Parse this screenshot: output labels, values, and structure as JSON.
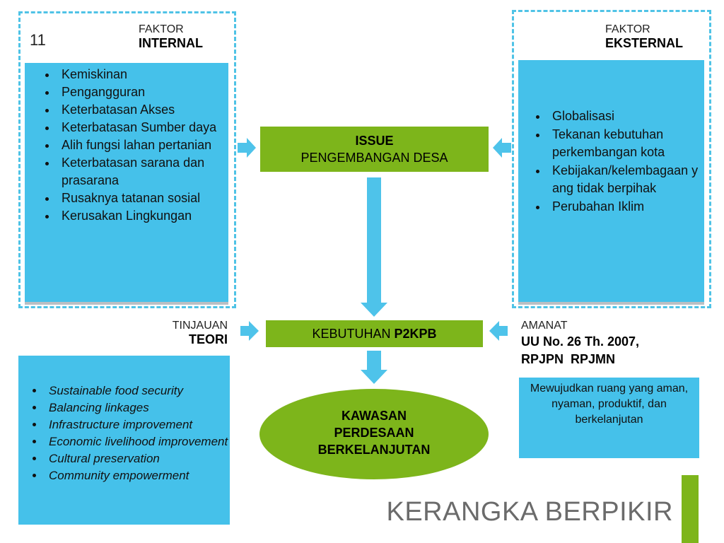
{
  "slide_number": "11",
  "internal": {
    "label_small": "FAKTOR",
    "label_bold": "INTERNAL",
    "items": [
      "Kemiskinan",
      "Pengangguran",
      "Keterbatasan Akses",
      "Keterbatasan Sumber daya",
      "Alih fungsi lahan pertanian",
      "Keterbatasan sarana dan prasarana",
      "Rusaknya tatanan sosial",
      "Kerusakan Lingkungan"
    ]
  },
  "external": {
    "label_small": "FAKTOR",
    "label_bold": "EKSTERNAL",
    "items": [
      "Globalisasi",
      "Tekanan kebutuhan perkembangan kota",
      "Kebijakan/kelembagaan yang tidak berpihak",
      "Perubahan Iklim"
    ]
  },
  "issue": {
    "title": "ISSUE",
    "subtitle": "PENGEMBANGAN DESA"
  },
  "kebutuhan": {
    "prefix": "KEBUTUHAN ",
    "bold": "P2KPB"
  },
  "tinjauan": {
    "label_small": "TINJAUAN",
    "label_bold": "TEORI",
    "items": [
      "Sustainable food security",
      "Balancing linkages",
      "Infrastructure improvement",
      "Economic livelihood improvement",
      "Cultural preservation",
      "Community empowerment"
    ]
  },
  "amanat": {
    "label_small": "AMANAT",
    "line1": "UU No. 26 Th. 2007,",
    "line2": "RPJPN  RPJMN",
    "box_text": "Mewujudkan ruang yang aman, nyaman, produktif, dan berkelanjutan"
  },
  "kawasan": {
    "line1": "KAWASAN",
    "line2": "PERDESAAN",
    "line3": "BERKELANJUTAN"
  },
  "slide_title": "KERANGKA BERPIKIR",
  "colors": {
    "blue_box": "#45C1EA",
    "dashed_border": "#4FC3E6",
    "green": "#7DB51B",
    "arrow": "#4EC3EA",
    "title_text": "#6b6b6b"
  }
}
